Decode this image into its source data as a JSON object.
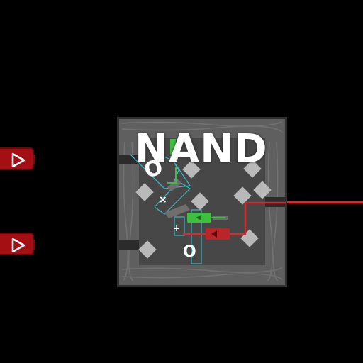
{
  "chip": {
    "label": "NAND",
    "glyph_top": "O",
    "glyph_bottom": "O",
    "glyph_x": "×",
    "glyph_plus": "+"
  },
  "inputs": [
    {
      "id": "A",
      "icon": "play-triangle-icon"
    },
    {
      "id": "B",
      "icon": "play-triangle-icon"
    }
  ],
  "colors": {
    "background": "#000000",
    "chip_body": "#474747",
    "chip_border": "#2f2f2f",
    "wall": "#5e5e5e",
    "pin_fill": "#a30f12",
    "wire_active": "#d8292c",
    "transistor_green": "#3fbf3f",
    "transistor_red": "#b8262a",
    "outline_cyan": "#3fb5c4"
  }
}
